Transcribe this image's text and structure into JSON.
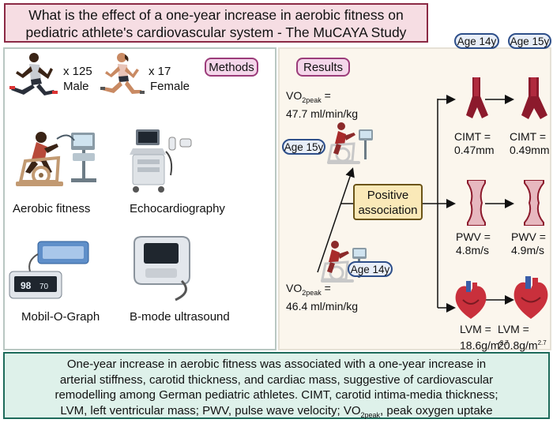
{
  "title": {
    "line1": "What is the effect of a one-year increase in aerobic fitness on",
    "line2": "pediatric athlete's cardiovascular system - The MuCAYA Study"
  },
  "methods": {
    "heading": "Methods",
    "male_count": "x 125",
    "male_label": "Male",
    "female_count": "x 17",
    "female_label": "Female",
    "tools": [
      "Aerobic fitness",
      "Echocardiography",
      "Mobil-O-Graph",
      "B-mode ultrasound"
    ],
    "monitor_readout": [
      "98",
      "70"
    ]
  },
  "results": {
    "heading": "Results",
    "age_top_left": "Age 14y",
    "age_top_right": "Age 15y",
    "age_15": "Age 15y",
    "age_14": "Age 14y",
    "vo2_top_label": "VO",
    "vo2_top_sub": "2peak",
    "vo2_top_eq": " =",
    "vo2_top_value": "47.7 ml/min/kg",
    "vo2_bottom_label": "VO",
    "vo2_bottom_sub": "2peak",
    "vo2_bottom_eq": " =",
    "vo2_bottom_value": "46.4 ml/min/kg",
    "association_line1": "Positive",
    "association_line2": "association",
    "cimt_label": "CIMT =",
    "cimt_14": "0.47mm",
    "cimt_15": "0.49mm",
    "pwv_label": "PWV =",
    "pwv_14": "4.8m/s",
    "pwv_15": "4.9m/s",
    "lvm_label": "LVM =",
    "lvm_14": "18.6g/m",
    "lvm_15": "20.8g/m",
    "lvm_exp": "2.7"
  },
  "summary": {
    "line1": "One-year increase in aerobic fitness was associated with a one-year increase in",
    "line2": "arterial stiffness, carotid thickness, and cardiac mass, suggestive of cardiovascular",
    "line3": "remodelling among German pediatric athletes. CIMT, carotid intima-media thickness;",
    "line4_a": "LVM, left ventricular mass; PWV, pulse wave velocity; VO",
    "line4_sub": "2peak",
    "line4_b": ", peak oxygen uptake"
  },
  "colors": {
    "title_bg": "#f6dde3",
    "title_border": "#8b2a45",
    "methods_pill": "#f4d6ea",
    "age_pill": "#e8eef8",
    "assoc_bg": "#fae9b8",
    "summary_bg": "#def1ea",
    "summary_border": "#1e6b5b",
    "artery_red": "#9b1b2e"
  },
  "icons": [
    "runner-male-icon",
    "runner-female-icon",
    "cycle-ergometer-icon",
    "echocardiography-machine-icon",
    "blood-pressure-monitor-icon",
    "ultrasound-device-icon",
    "carotid-artery-icon",
    "aorta-icon",
    "heart-icon"
  ]
}
